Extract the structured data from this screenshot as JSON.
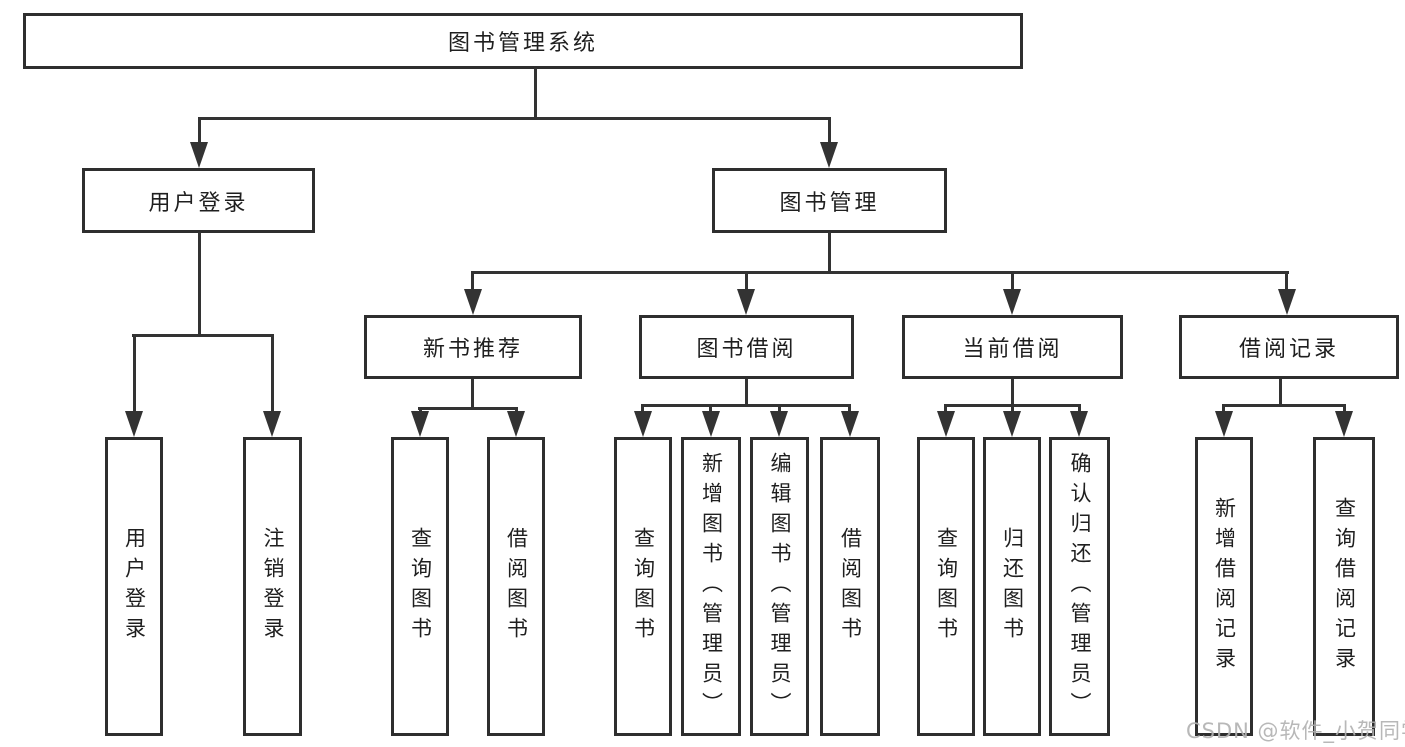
{
  "diagram": {
    "root": {
      "label": "图书管理系统"
    },
    "level2": [
      {
        "label": "用户登录"
      },
      {
        "label": "图书管理"
      }
    ],
    "level3": [
      {
        "label": "新书推荐"
      },
      {
        "label": "图书借阅"
      },
      {
        "label": "当前借阅"
      },
      {
        "label": "借阅记录"
      }
    ],
    "leaves": {
      "user_login": [
        "用户登录",
        "注销登录"
      ],
      "new_book": [
        "查询图书",
        "借阅图书"
      ],
      "book_borrow": [
        "查询图书",
        "新增图书（管理员）",
        "编辑图书（管理员）",
        "借阅图书"
      ],
      "current_borrow": [
        "查询图书",
        "归还图书",
        "确认归还（管理员）"
      ],
      "borrow_records": [
        "新增借阅记录",
        "查询借阅记录"
      ]
    }
  },
  "watermark": {
    "text": "CSDN @软件_小贺同学"
  },
  "colors": {
    "background": "#ffffff",
    "line": "#333333",
    "box_border": "#2e2e2e",
    "text": "#1f1f1f",
    "watermark": "#b2b2b2"
  }
}
